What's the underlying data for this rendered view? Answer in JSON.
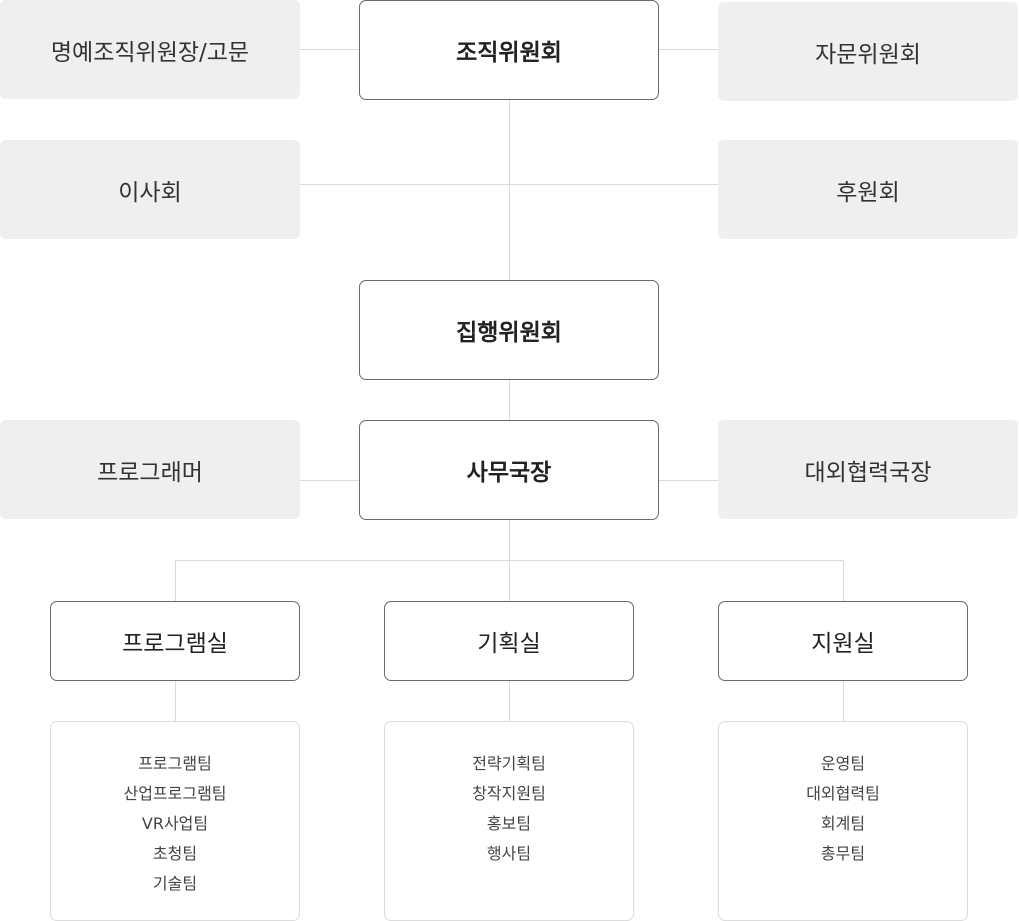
{
  "chart": {
    "honorary": "명예조직위원장/고문",
    "organizing_committee": "조직위원회",
    "advisory_committee": "자문위원회",
    "board": "이사회",
    "sponsors": "후원회",
    "executive_committee": "집행위원회",
    "programmer": "프로그래머",
    "secretary_general": "사무국장",
    "external_director": "대외협력국장",
    "departments": [
      {
        "name": "프로그램실",
        "teams": [
          "프로그램팀",
          "산업프로그램팀",
          "VR사업팀",
          "초청팀",
          "기술팀"
        ]
      },
      {
        "name": "기획실",
        "teams": [
          "전략기획팀",
          "창작지원팀",
          "홍보팀",
          "행사팀"
        ]
      },
      {
        "name": "지원실",
        "teams": [
          "운영팀",
          "대외협력팀",
          "회계팀",
          "총무팀"
        ]
      }
    ]
  }
}
